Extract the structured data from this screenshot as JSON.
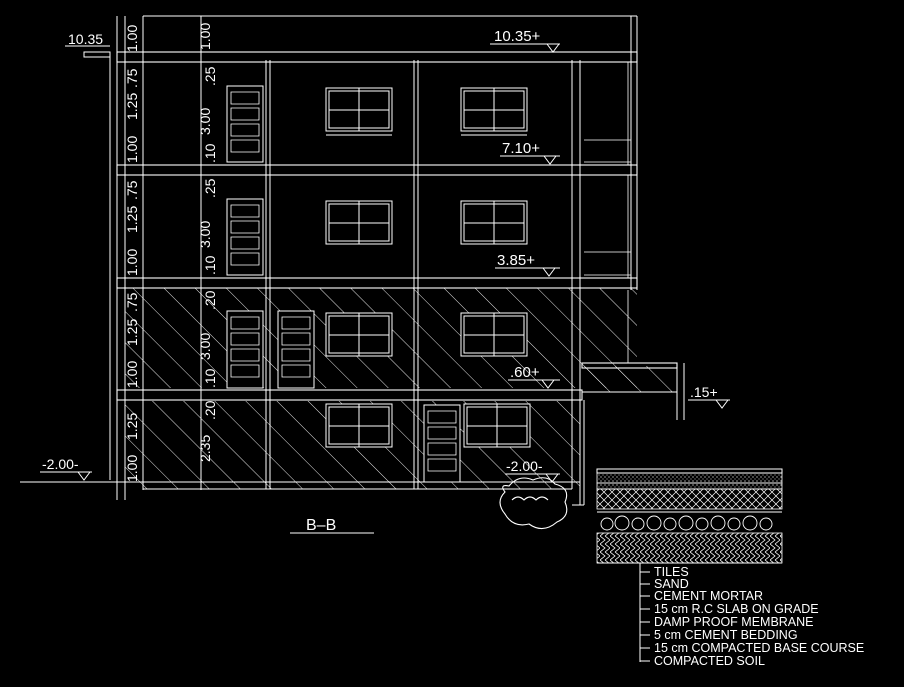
{
  "drawing": {
    "section_label": "B–B",
    "levels": {
      "roof": "10.35+",
      "roof_left": "10.35",
      "third": "7.10+",
      "second": "3.85+",
      "first": ".60+",
      "terrace": ".15+",
      "ground_right": "-2.00-",
      "ground_left": "-2.00-"
    },
    "dims": {
      "parapet": "1.00",
      "floor_h": "3.00",
      "basement_h": "2.35",
      "slab": ".25",
      "lintel": "1.25",
      "sill": "1.00",
      "sill2": ".75",
      "small": ".10",
      "small2": ".20"
    },
    "legend": [
      "TILES",
      "SAND",
      "CEMENT MORTAR",
      "15 cm R.C SLAB ON GRADE",
      "DAMP PROOF MEMBRANE",
      "5 cm CEMENT BEDDING",
      "15 cm COMPACTED BASE COURSE",
      "COMPACTED SOIL"
    ],
    "colors": {
      "line": "#ffffff",
      "background": "#000000"
    }
  }
}
